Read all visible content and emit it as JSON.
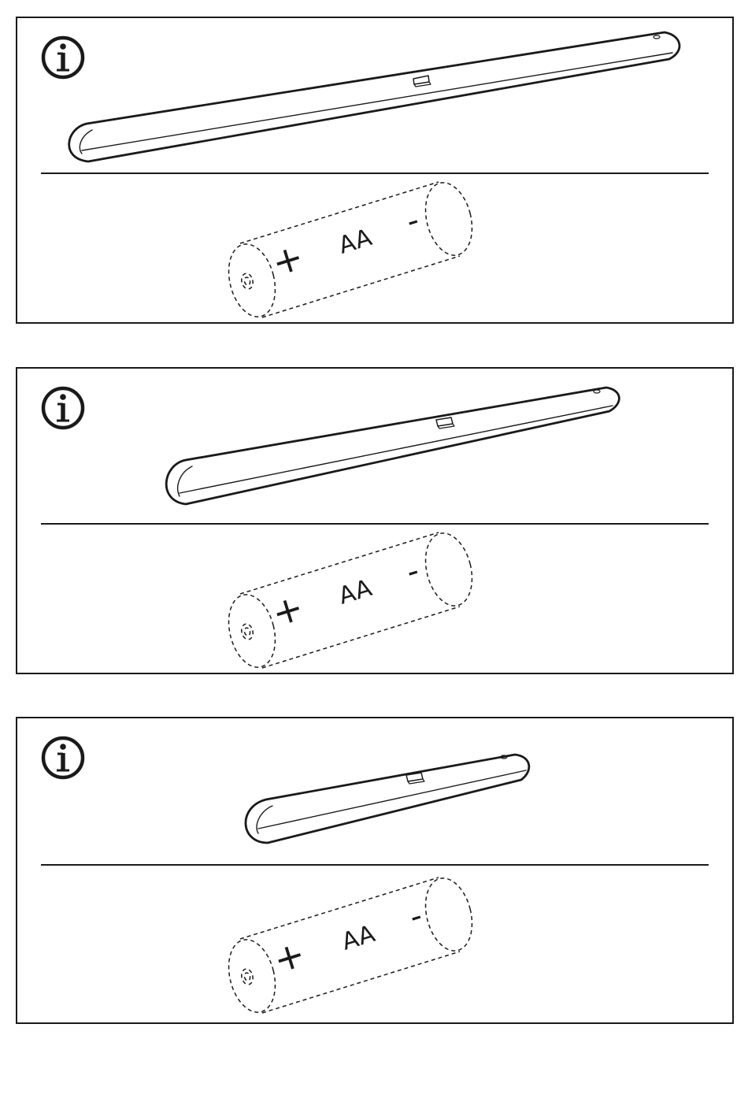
{
  "icons": {
    "info": "info-icon",
    "light_bar": "led-light-bar-icon",
    "battery": "aa-battery-icon"
  },
  "colors": {
    "ink": "#1a1a1a",
    "background": "#ffffff"
  },
  "panels": [
    {
      "product": "long-light-bar",
      "battery": {
        "positive": "+",
        "type": "AA",
        "negative": "-"
      }
    },
    {
      "product": "medium-light-bar",
      "battery": {
        "positive": "+",
        "type": "AA",
        "negative": "-"
      }
    },
    {
      "product": "short-light-bar",
      "battery": {
        "positive": "+",
        "type": "AA",
        "negative": "-"
      }
    }
  ]
}
